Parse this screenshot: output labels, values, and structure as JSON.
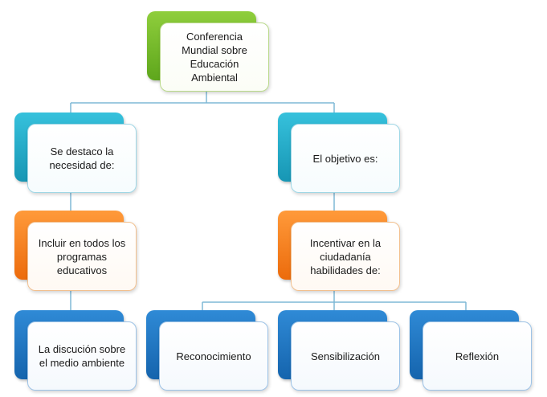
{
  "diagram": {
    "root": {
      "label": "Conferencia\nMundial sobre\nEducación\nAmbiental"
    },
    "left": {
      "header": {
        "label": "Se destaco la\nnecesidad de:"
      },
      "action": {
        "label": "Incluir en todos los\nprogramas\neducativos"
      },
      "result": {
        "label": "La discución sobre\nel medio ambiente"
      }
    },
    "right": {
      "header": {
        "label": "El objetivo es:"
      },
      "action": {
        "label": "Incentivar en la\nciudadanía\nhabilidades de:"
      },
      "skills": [
        {
          "label": "Reconocimiento"
        },
        {
          "label": "Sensibilización"
        },
        {
          "label": "Reflexión"
        }
      ]
    },
    "colors": {
      "green": "#6fb82a",
      "teal": "#1fa8c6",
      "orange": "#f57c16",
      "blue": "#1c73c0",
      "connector": "#7fb8d6"
    }
  }
}
